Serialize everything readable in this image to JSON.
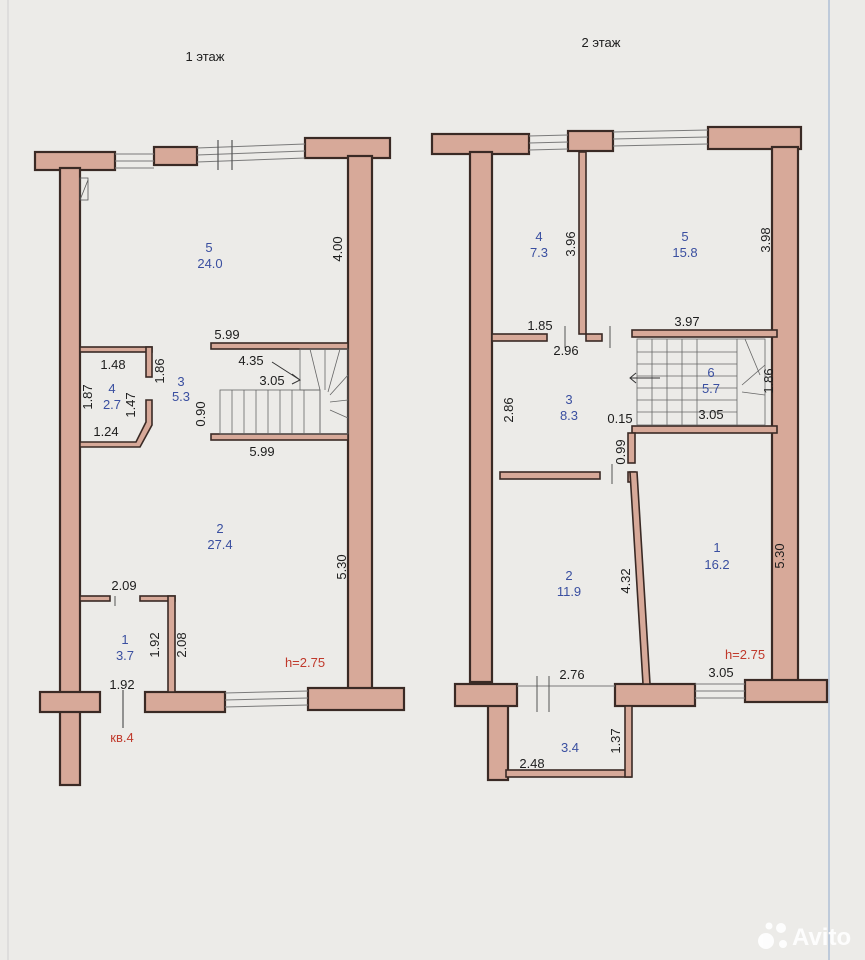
{
  "floor1": {
    "title": "1 этаж",
    "height": "h=2.75",
    "apartment": "кв.4",
    "rooms": [
      {
        "id": "5",
        "area": "24.0"
      },
      {
        "id": "4",
        "area": "2.7"
      },
      {
        "id": "3",
        "area": "5.3"
      },
      {
        "id": "2",
        "area": "27.4"
      },
      {
        "id": "1",
        "area": "3.7"
      }
    ],
    "dims": [
      "5.99",
      "4.35",
      "3.05",
      "0.90",
      "5.99",
      "4.00",
      "1.48",
      "1.86",
      "1.87",
      "1.47",
      "1.24",
      "5.30",
      "2.09",
      "1.92",
      "2.08",
      "1.92"
    ]
  },
  "floor2": {
    "title": "2 этаж",
    "height": "h=2.75",
    "rooms": [
      {
        "id": "4",
        "area": "7.3"
      },
      {
        "id": "5",
        "area": "15.8"
      },
      {
        "id": "3",
        "area": "8.3"
      },
      {
        "id": "6",
        "area": "5.7"
      },
      {
        "id": "2",
        "area": "11.9"
      },
      {
        "id": "1",
        "area": "16.2"
      },
      {
        "id": "",
        "area": "3.4"
      }
    ],
    "dims": [
      "3.96",
      "3.98",
      "1.85",
      "2.96",
      "3.97",
      "2.86",
      "0.15",
      "1.86",
      "3.05",
      "0.99",
      "4.32",
      "5.30",
      "2.76",
      "3.05",
      "1.37",
      "2.48"
    ]
  },
  "watermark": {
    "text": "Avito"
  },
  "colors": {
    "wall": "#d7a999",
    "paper": "#ecebe8",
    "label": "#3a4fa0",
    "accent": "#c0392b"
  }
}
